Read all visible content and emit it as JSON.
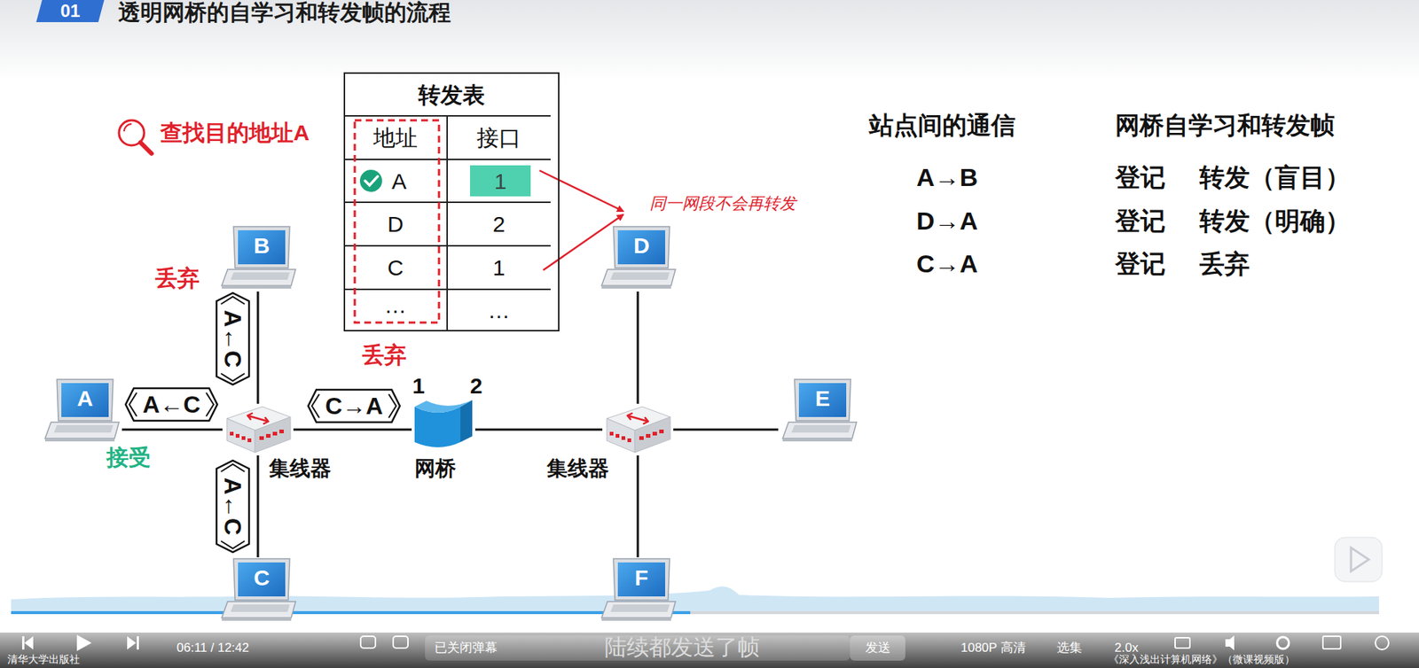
{
  "diagram": {
    "title": "透明网桥的自学习和转发帧的流程",
    "nodes": [
      {
        "text": [
          "01"
        ]
      },
      {
        "text": [
          "转发表"
        ]
      },
      {
        "text": [
          "B"
        ]
      },
      {
        "text": [
          "D"
        ]
      },
      {
        "text": [
          "A←C"
        ]
      },
      {
        "text": [
          "A"
        ]
      },
      {
        "text": [
          "A←C"
        ]
      },
      {
        "text": [
          "集线器"
        ]
      },
      {
        "text": [
          "C→A"
        ]
      },
      {
        "text": [
          "网桥"
        ]
      },
      {
        "text": [
          "集线器"
        ]
      },
      {
        "text": [
          "E"
        ]
      },
      {
        "text": [
          "A←C"
        ]
      },
      {
        "text": [
          "C"
        ]
      },
      {
        "text": [
          "F"
        ]
      }
    ],
    "edges": [
      {
        "from": 5,
        "to": 7,
        "arrow": "none"
      },
      {
        "from": 2,
        "to": 7,
        "arrow": "none"
      },
      {
        "from": 13,
        "to": 7,
        "arrow": "none"
      },
      {
        "from": 7,
        "to": 9,
        "arrow": "none"
      },
      {
        "from": 9,
        "to": 10,
        "arrow": "none"
      },
      {
        "from": 10,
        "to": 3,
        "arrow": "none"
      },
      {
        "from": 10,
        "to": 11,
        "arrow": "none"
      },
      {
        "from": 10,
        "to": 14,
        "arrow": "none"
      }
    ],
    "labels": [
      "查找目的地址A",
      "地址",
      "接口",
      "A",
      "1",
      "D",
      "2",
      "C",
      "1",
      "…",
      "…",
      "同一网段不会再转发",
      "站点间的通信",
      "网桥自学习和转发帧",
      "A→B",
      "登记",
      "转发（盲目）",
      "D→A",
      "登记",
      "转发（明确）",
      "C→A",
      "登记",
      "丢弃",
      "丢弃",
      "丢弃",
      "1",
      "2",
      "接受",
      "06:11 / 12:42",
      "已关闭弹幕",
      "陆续都发送了帧",
      "发送",
      "1080P 高清",
      "选集",
      "2.0x",
      "清华大学出版社",
      "《深入浅出计算机网络》（微课视频版）"
    ]
  }
}
